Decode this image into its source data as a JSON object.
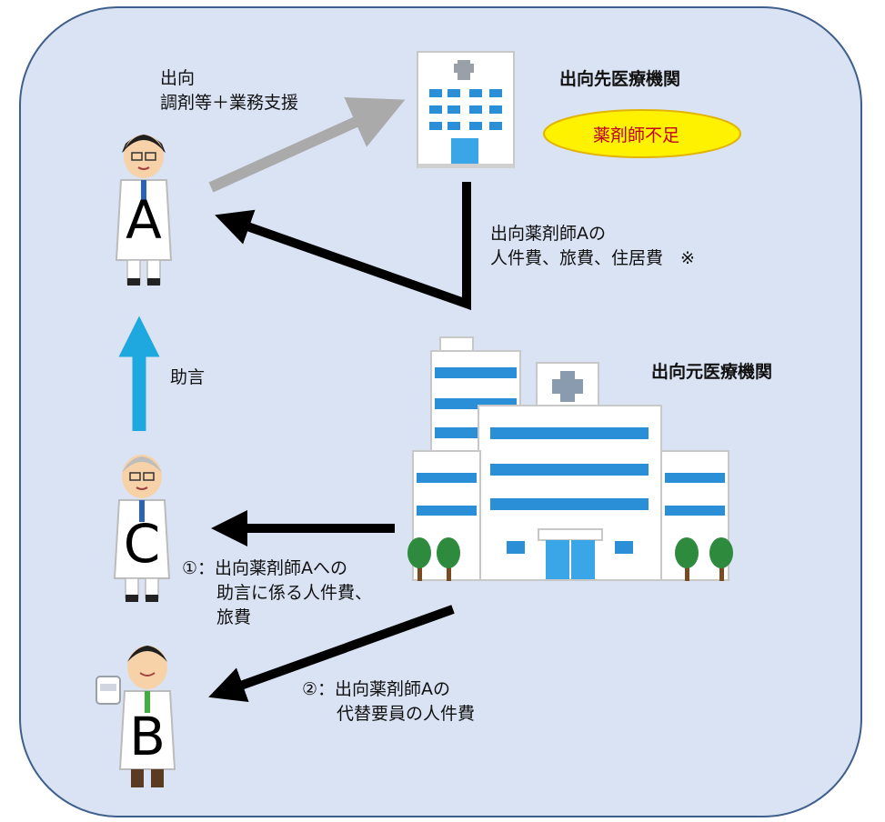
{
  "dispatch_dest": {
    "title": "出向先医療機関",
    "badge": "薬剤師不足"
  },
  "dispatch_source": {
    "title": "出向元医療機関"
  },
  "pharmacists": {
    "a": "A",
    "b": "B",
    "c": "C"
  },
  "labels": {
    "dispatch": "出向\n調剤等＋業務支援",
    "costs_to_a": "出向薬剤師Aの\n人件費、旅費、住居費　※",
    "advice": "助言",
    "cost_1": "①：出向薬剤師Aへの\n　　助言に係る人件費、\n　　旅費",
    "cost_2": "②：出向薬剤師Aの\n　　代替要員の人件費"
  },
  "colors": {
    "background": "#dae3f3",
    "border": "#3f5f8c",
    "gray_arrow": "#aaaaaa",
    "blue_arrow": "#1ea8e0",
    "badge_fill": "#fff200",
    "badge_text": "#c0001a"
  }
}
